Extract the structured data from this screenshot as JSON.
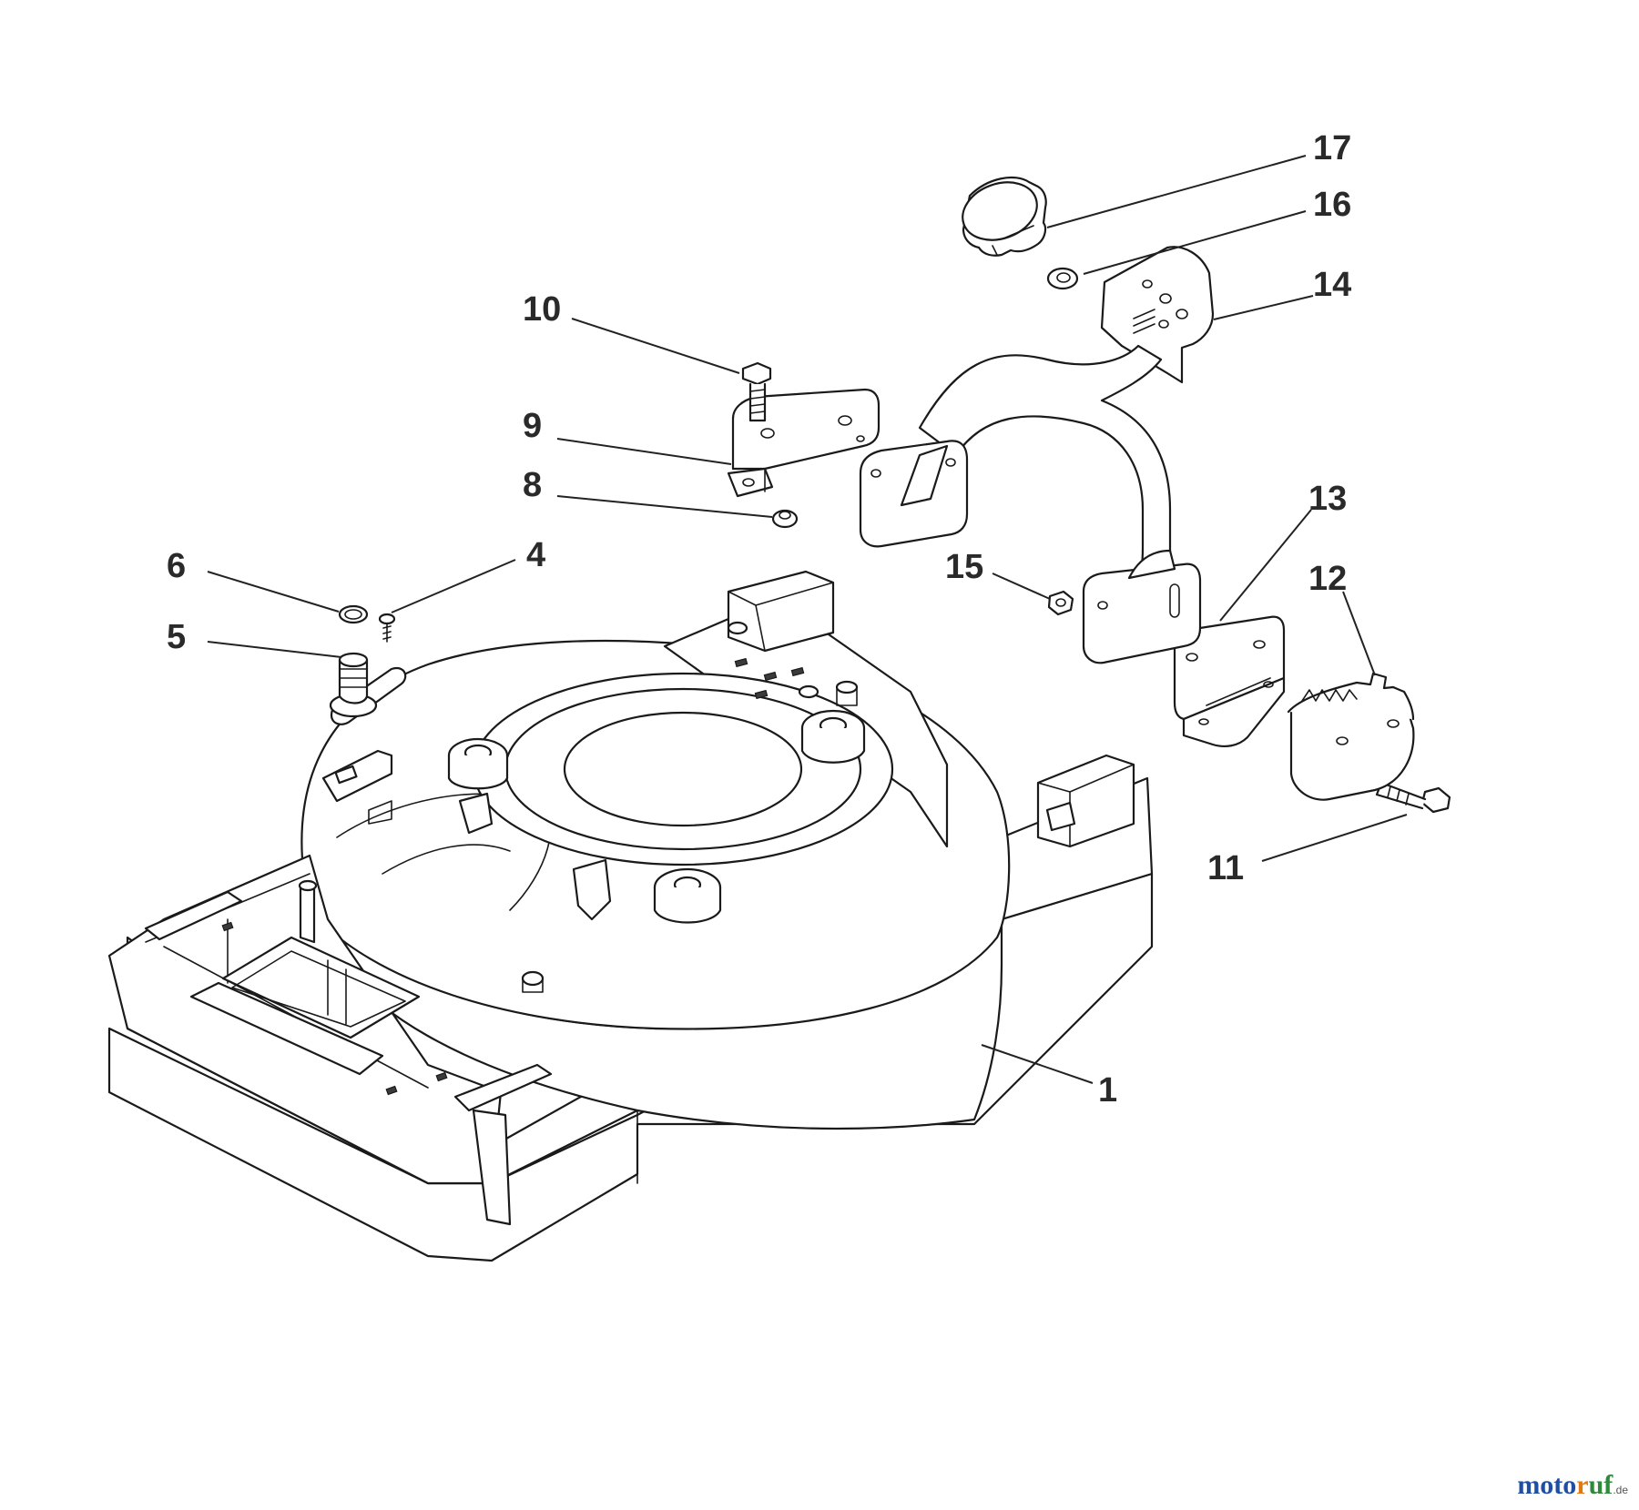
{
  "diagram": {
    "callouts": [
      {
        "id": "1",
        "label": "1"
      },
      {
        "id": "4",
        "label": "4"
      },
      {
        "id": "5",
        "label": "5"
      },
      {
        "id": "6",
        "label": "6"
      },
      {
        "id": "8",
        "label": "8"
      },
      {
        "id": "9",
        "label": "9"
      },
      {
        "id": "10",
        "label": "10"
      },
      {
        "id": "11",
        "label": "11"
      },
      {
        "id": "12",
        "label": "12"
      },
      {
        "id": "13",
        "label": "13"
      },
      {
        "id": "14",
        "label": "14"
      },
      {
        "id": "15",
        "label": "15"
      },
      {
        "id": "16",
        "label": "16"
      },
      {
        "id": "17",
        "label": "17"
      }
    ]
  },
  "watermark": {
    "part1": "moto",
    "part2": "r",
    "part3": "uf",
    "tld": ".de"
  },
  "colors": {
    "line": "#1a1a1a",
    "background": "#ffffff",
    "watermark_blue": "#1e4fa3",
    "watermark_orange": "#e07a10",
    "watermark_green": "#2d8a3a"
  }
}
